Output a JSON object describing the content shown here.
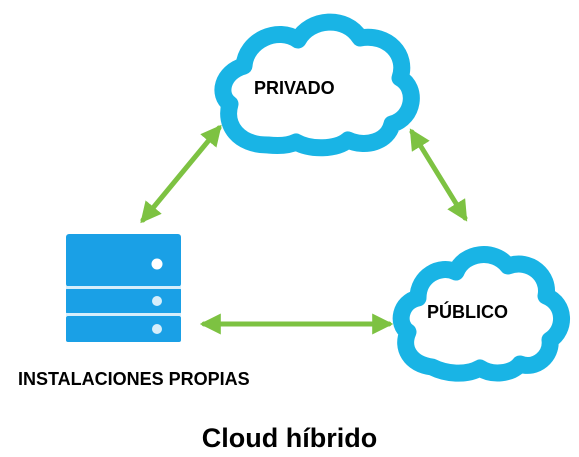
{
  "colors": {
    "cloud": "#19b4e5",
    "cloud_fill": "#ffffff",
    "arrow": "#7dc242",
    "server": "#1aa0e6",
    "server_light": "#d6eefb",
    "text": "#000000"
  },
  "icons": {
    "private_cloud": "cloud-icon",
    "public_cloud": "cloud-icon",
    "on_premises": "server-icon"
  },
  "nodes": {
    "private": {
      "label": "PRIVADO"
    },
    "public": {
      "label": "PÚBLICO"
    },
    "on_premises": {
      "label": "INSTALACIONES PROPIAS"
    }
  },
  "title": "Cloud híbrido"
}
